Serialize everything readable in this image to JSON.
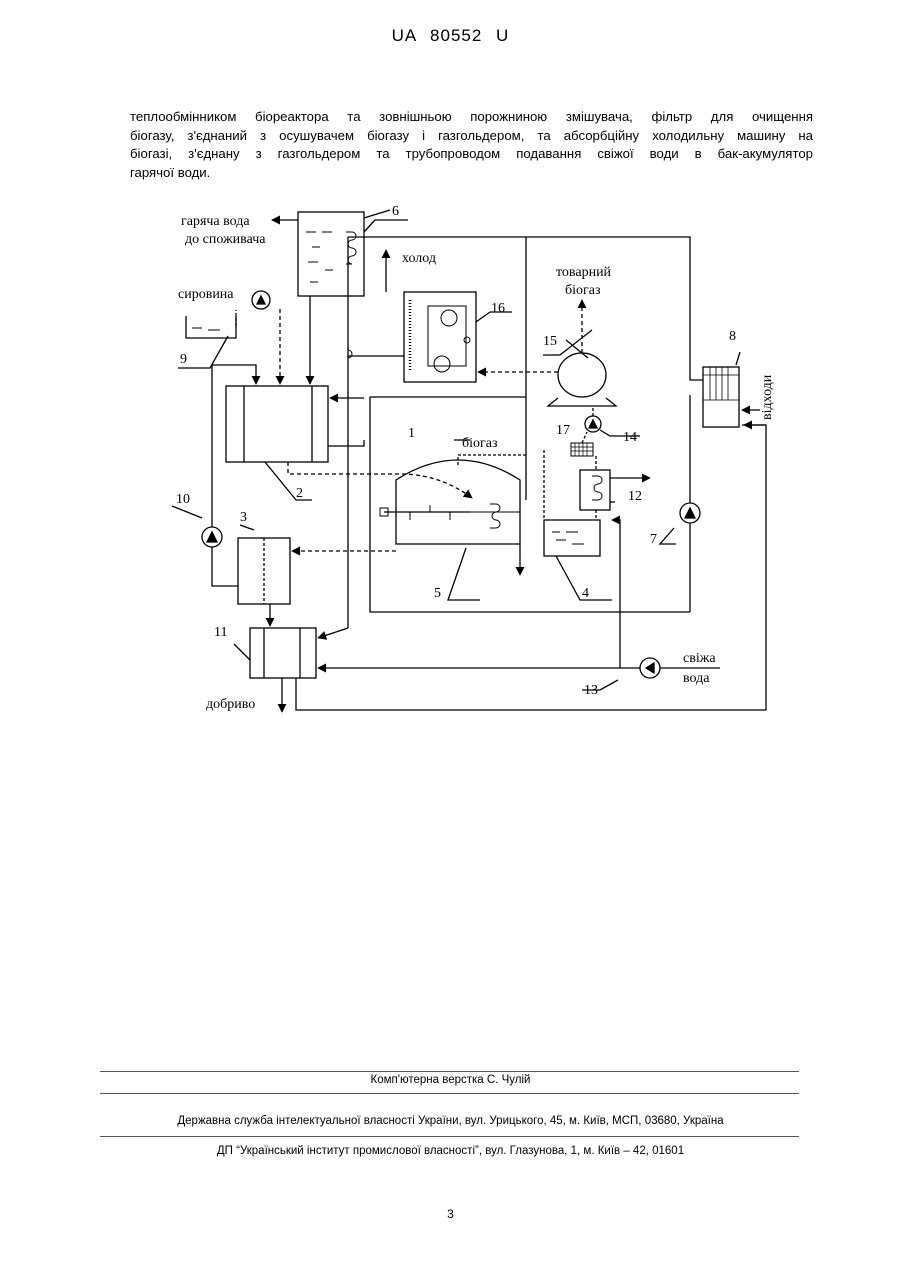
{
  "header": {
    "doc_number": "UA   80552   U"
  },
  "body_text": {
    "lines": [
      "теплообмінником біореактора та зовнішньою порожниною змішувача, фільтр для очищення",
      "біогазу, з'єднаний з осушувачем біогазу і газгольдером, та абсорбційну холодильну машину на",
      "біогазі, з'єднану з газгольдером та трубопроводом подавання свіжої води в бак-акумулятор",
      "гарячої води."
    ]
  },
  "diagram": {
    "labels": {
      "hot_water_1": "гаряча вода",
      "hot_water_2": "до споживача",
      "cold": "холод",
      "product_biogas_1": "товарний",
      "product_biogas_2": "біогаз",
      "raw": "сировина",
      "biogas": "біогаз",
      "waste": "відходи",
      "fresh_water_1": "свіжа",
      "fresh_water_2": "вода",
      "fertilizer": "добриво"
    },
    "numbers": {
      "n1": "1",
      "n2": "2",
      "n3": "3",
      "n4": "4",
      "n5": "5",
      "n6": "6",
      "n7": "7",
      "n8": "8",
      "n9": "9",
      "n10": "10",
      "n11": "11",
      "n12": "12",
      "n13": "13",
      "n14": "14",
      "n15": "15",
      "n16": "16",
      "n17": "17"
    }
  },
  "footer": {
    "typesetting": "Комп'ютерна верстка С. Чулій",
    "agency": "Державна служба інтелектуальної власності України, вул. Урицького, 45, м. Київ, МСП, 03680, Україна",
    "institute": "ДП “Український інститут промислової власності”, вул. Глазунова, 1, м. Київ – 42, 01601"
  },
  "page_number": "3"
}
